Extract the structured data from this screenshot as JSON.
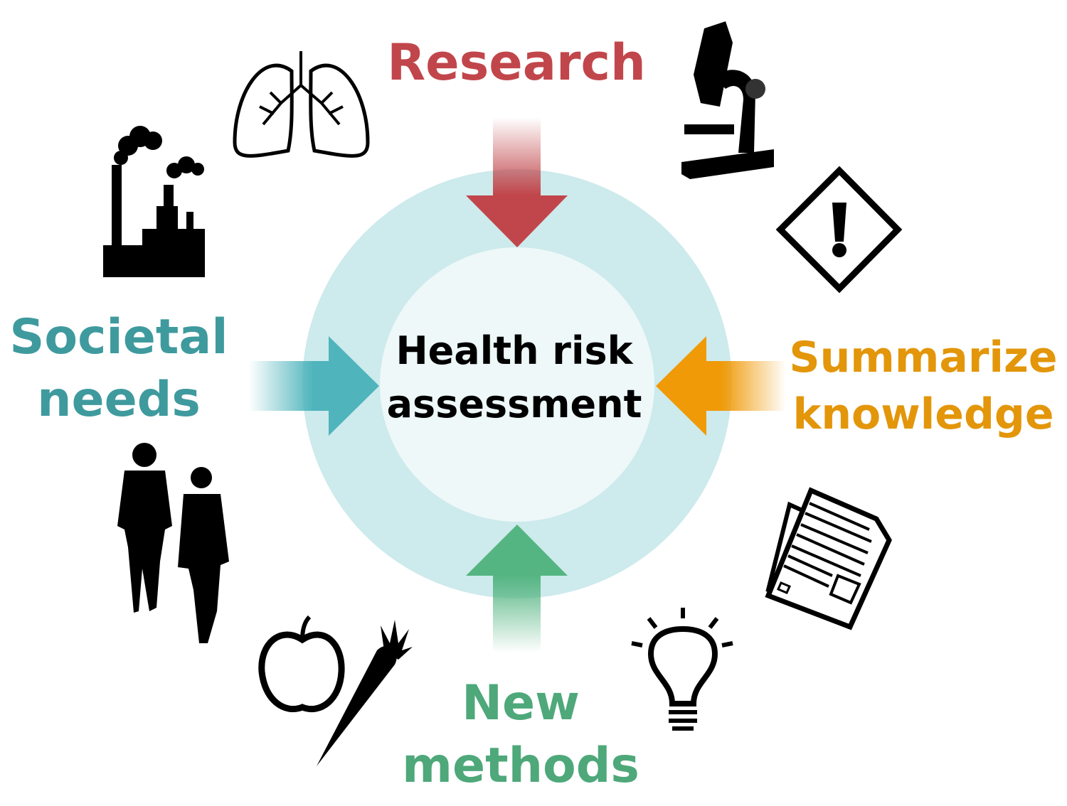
{
  "center": {
    "line1": "Health risk",
    "line2": "assessment"
  },
  "inputs": {
    "research": {
      "label": "Research",
      "color": "#c1464b"
    },
    "societal": {
      "line1": "Societal",
      "line2": "needs",
      "color": "#3f9a9e",
      "arrow_color": "#4fb4bc"
    },
    "summarize": {
      "line1": "Summarize",
      "line2": "knowledge",
      "color": "#e3960a",
      "arrow_color": "#f09a08"
    },
    "methods": {
      "line1": "New",
      "line2": "methods",
      "color": "#4ea87a",
      "arrow_color": "#55b582"
    }
  },
  "colors": {
    "ring": "#cdeaec",
    "inner": "#eef8f9"
  },
  "icons": [
    "lungs-icon",
    "factory-icon",
    "microscope-icon",
    "hazard-warning-icon",
    "people-icon",
    "apple-icon",
    "carrot-icon",
    "lightbulb-icon",
    "documents-icon"
  ]
}
